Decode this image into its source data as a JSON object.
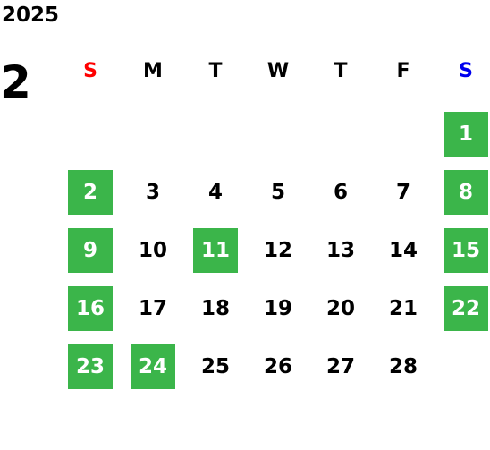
{
  "calendar": {
    "year": "2025",
    "month": "2",
    "weekdays": [
      {
        "label": "S",
        "color": "#ff0000"
      },
      {
        "label": "M",
        "color": "#000000"
      },
      {
        "label": "T",
        "color": "#000000"
      },
      {
        "label": "W",
        "color": "#000000"
      },
      {
        "label": "T",
        "color": "#000000"
      },
      {
        "label": "F",
        "color": "#000000"
      },
      {
        "label": "S",
        "color": "#0000ee"
      }
    ],
    "highlight_color": "#3bb54a",
    "weeks": [
      [
        null,
        null,
        null,
        null,
        null,
        null,
        {
          "day": "1",
          "highlighted": true
        }
      ],
      [
        {
          "day": "2",
          "highlighted": true
        },
        {
          "day": "3",
          "highlighted": false
        },
        {
          "day": "4",
          "highlighted": false
        },
        {
          "day": "5",
          "highlighted": false
        },
        {
          "day": "6",
          "highlighted": false
        },
        {
          "day": "7",
          "highlighted": false
        },
        {
          "day": "8",
          "highlighted": true
        }
      ],
      [
        {
          "day": "9",
          "highlighted": true
        },
        {
          "day": "10",
          "highlighted": false
        },
        {
          "day": "11",
          "highlighted": true
        },
        {
          "day": "12",
          "highlighted": false
        },
        {
          "day": "13",
          "highlighted": false
        },
        {
          "day": "14",
          "highlighted": false
        },
        {
          "day": "15",
          "highlighted": true
        }
      ],
      [
        {
          "day": "16",
          "highlighted": true
        },
        {
          "day": "17",
          "highlighted": false
        },
        {
          "day": "18",
          "highlighted": false
        },
        {
          "day": "19",
          "highlighted": false
        },
        {
          "day": "20",
          "highlighted": false
        },
        {
          "day": "21",
          "highlighted": false
        },
        {
          "day": "22",
          "highlighted": true
        }
      ],
      [
        {
          "day": "23",
          "highlighted": true
        },
        {
          "day": "24",
          "highlighted": true
        },
        {
          "day": "25",
          "highlighted": false
        },
        {
          "day": "26",
          "highlighted": false
        },
        {
          "day": "27",
          "highlighted": false
        },
        {
          "day": "28",
          "highlighted": false
        },
        null
      ]
    ]
  }
}
